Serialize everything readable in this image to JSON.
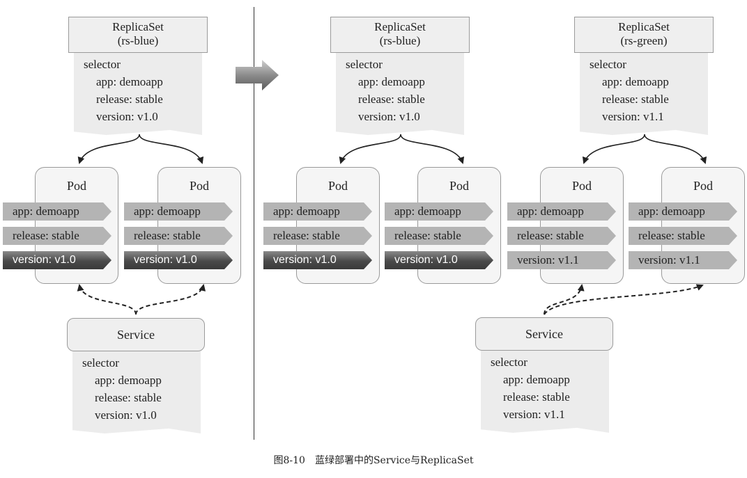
{
  "diagram": {
    "before": {
      "replicaset": {
        "title": "ReplicaSet",
        "name": "(rs-blue)",
        "selector_label": "selector",
        "selector": [
          "app: demoapp",
          "release: stable",
          "version: v1.0"
        ]
      },
      "pods": [
        {
          "title": "Pod",
          "labels": [
            "app: demoapp",
            "release: stable",
            "version: v1.0"
          ]
        },
        {
          "title": "Pod",
          "labels": [
            "app: demoapp",
            "release: stable",
            "version: v1.0"
          ]
        }
      ],
      "service": {
        "title": "Service",
        "selector_label": "selector",
        "selector": [
          "app: demoapp",
          "release: stable",
          "version: v1.0"
        ]
      }
    },
    "after": {
      "replicasets": [
        {
          "title": "ReplicaSet",
          "name": "(rs-blue)",
          "selector_label": "selector",
          "selector": [
            "app: demoapp",
            "release: stable",
            "version: v1.0"
          ]
        },
        {
          "title": "ReplicaSet",
          "name": "(rs-green)",
          "selector_label": "selector",
          "selector": [
            "app: demoapp",
            "release: stable",
            "version: v1.1"
          ]
        }
      ],
      "pods": [
        {
          "title": "Pod",
          "labels": [
            "app: demoapp",
            "release: stable",
            "version: v1.0"
          ]
        },
        {
          "title": "Pod",
          "labels": [
            "app: demoapp",
            "release: stable",
            "version: v1.0"
          ]
        },
        {
          "title": "Pod",
          "labels": [
            "app: demoapp",
            "release: stable",
            "version: v1.1"
          ]
        },
        {
          "title": "Pod",
          "labels": [
            "app: demoapp",
            "release: stable",
            "version: v1.1"
          ]
        }
      ],
      "service": {
        "title": "Service",
        "selector_label": "selector",
        "selector": [
          "app: demoapp",
          "release: stable",
          "version: v1.1"
        ]
      }
    },
    "colors": {
      "box_fill": "#efefef",
      "label_light": "#b4b4b4",
      "label_dark": "#4a4a4a",
      "line": "#222222"
    }
  },
  "caption": "图8-10　蓝绿部署中的Service与ReplicaSet"
}
